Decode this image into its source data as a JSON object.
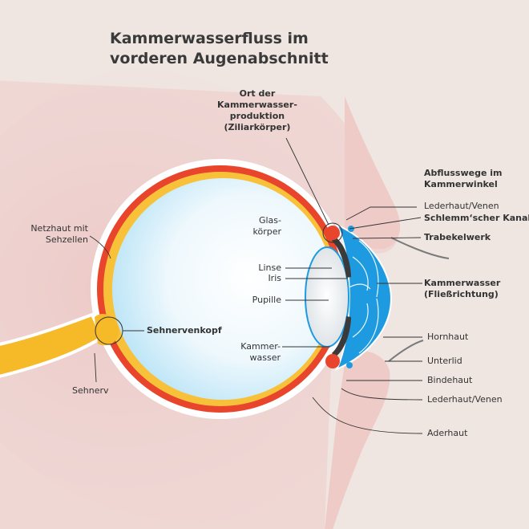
{
  "title": {
    "line1": "Kammerwasserfluss im",
    "line2": "vorderen Augenabschnitt"
  },
  "labels": {
    "production": [
      "Ort der",
      "Kammerwasser-",
      "produktion",
      "(Ziliarkörper)"
    ],
    "outflow_heading": [
      "Abflusswege im",
      "Kammerwinkel"
    ],
    "sclera_veins_top": "Lederhaut/Venen",
    "schlemm": "Schlemm‘scher Kanal",
    "trabecular": "Trabekelwerk",
    "vitreous": [
      "Glas-",
      "körper"
    ],
    "lens": "Linse",
    "iris": "Iris",
    "pupil": "Pupille",
    "aqueous_right": [
      "Kammerwasser",
      "(Fließrichtung)"
    ],
    "retina": [
      "Netzhaut mit",
      "Sehzellen"
    ],
    "optic_disc": "Sehnervenkopf",
    "aqueous_left": [
      "Kammer-",
      "wasser"
    ],
    "cornea": "Hornhaut",
    "lower_lid": "Unterlid",
    "conjunctiva": "Bindehaut",
    "sclera_veins_bottom": "Lederhaut/Venen",
    "optic_nerve": "Sehnerv",
    "choroid": "Aderhaut"
  },
  "colors": {
    "background": "#efe6e2",
    "skin": "#efcbc8",
    "sclera": "#ffffff",
    "choroid": "#e8452c",
    "retina": "#f7c23a",
    "vitreous": "#dff2fb",
    "aqueous": "#1e9be0",
    "lens": "#eef3f6",
    "iris": "#3a3a3a",
    "optic_nerve": "#f6b928"
  }
}
